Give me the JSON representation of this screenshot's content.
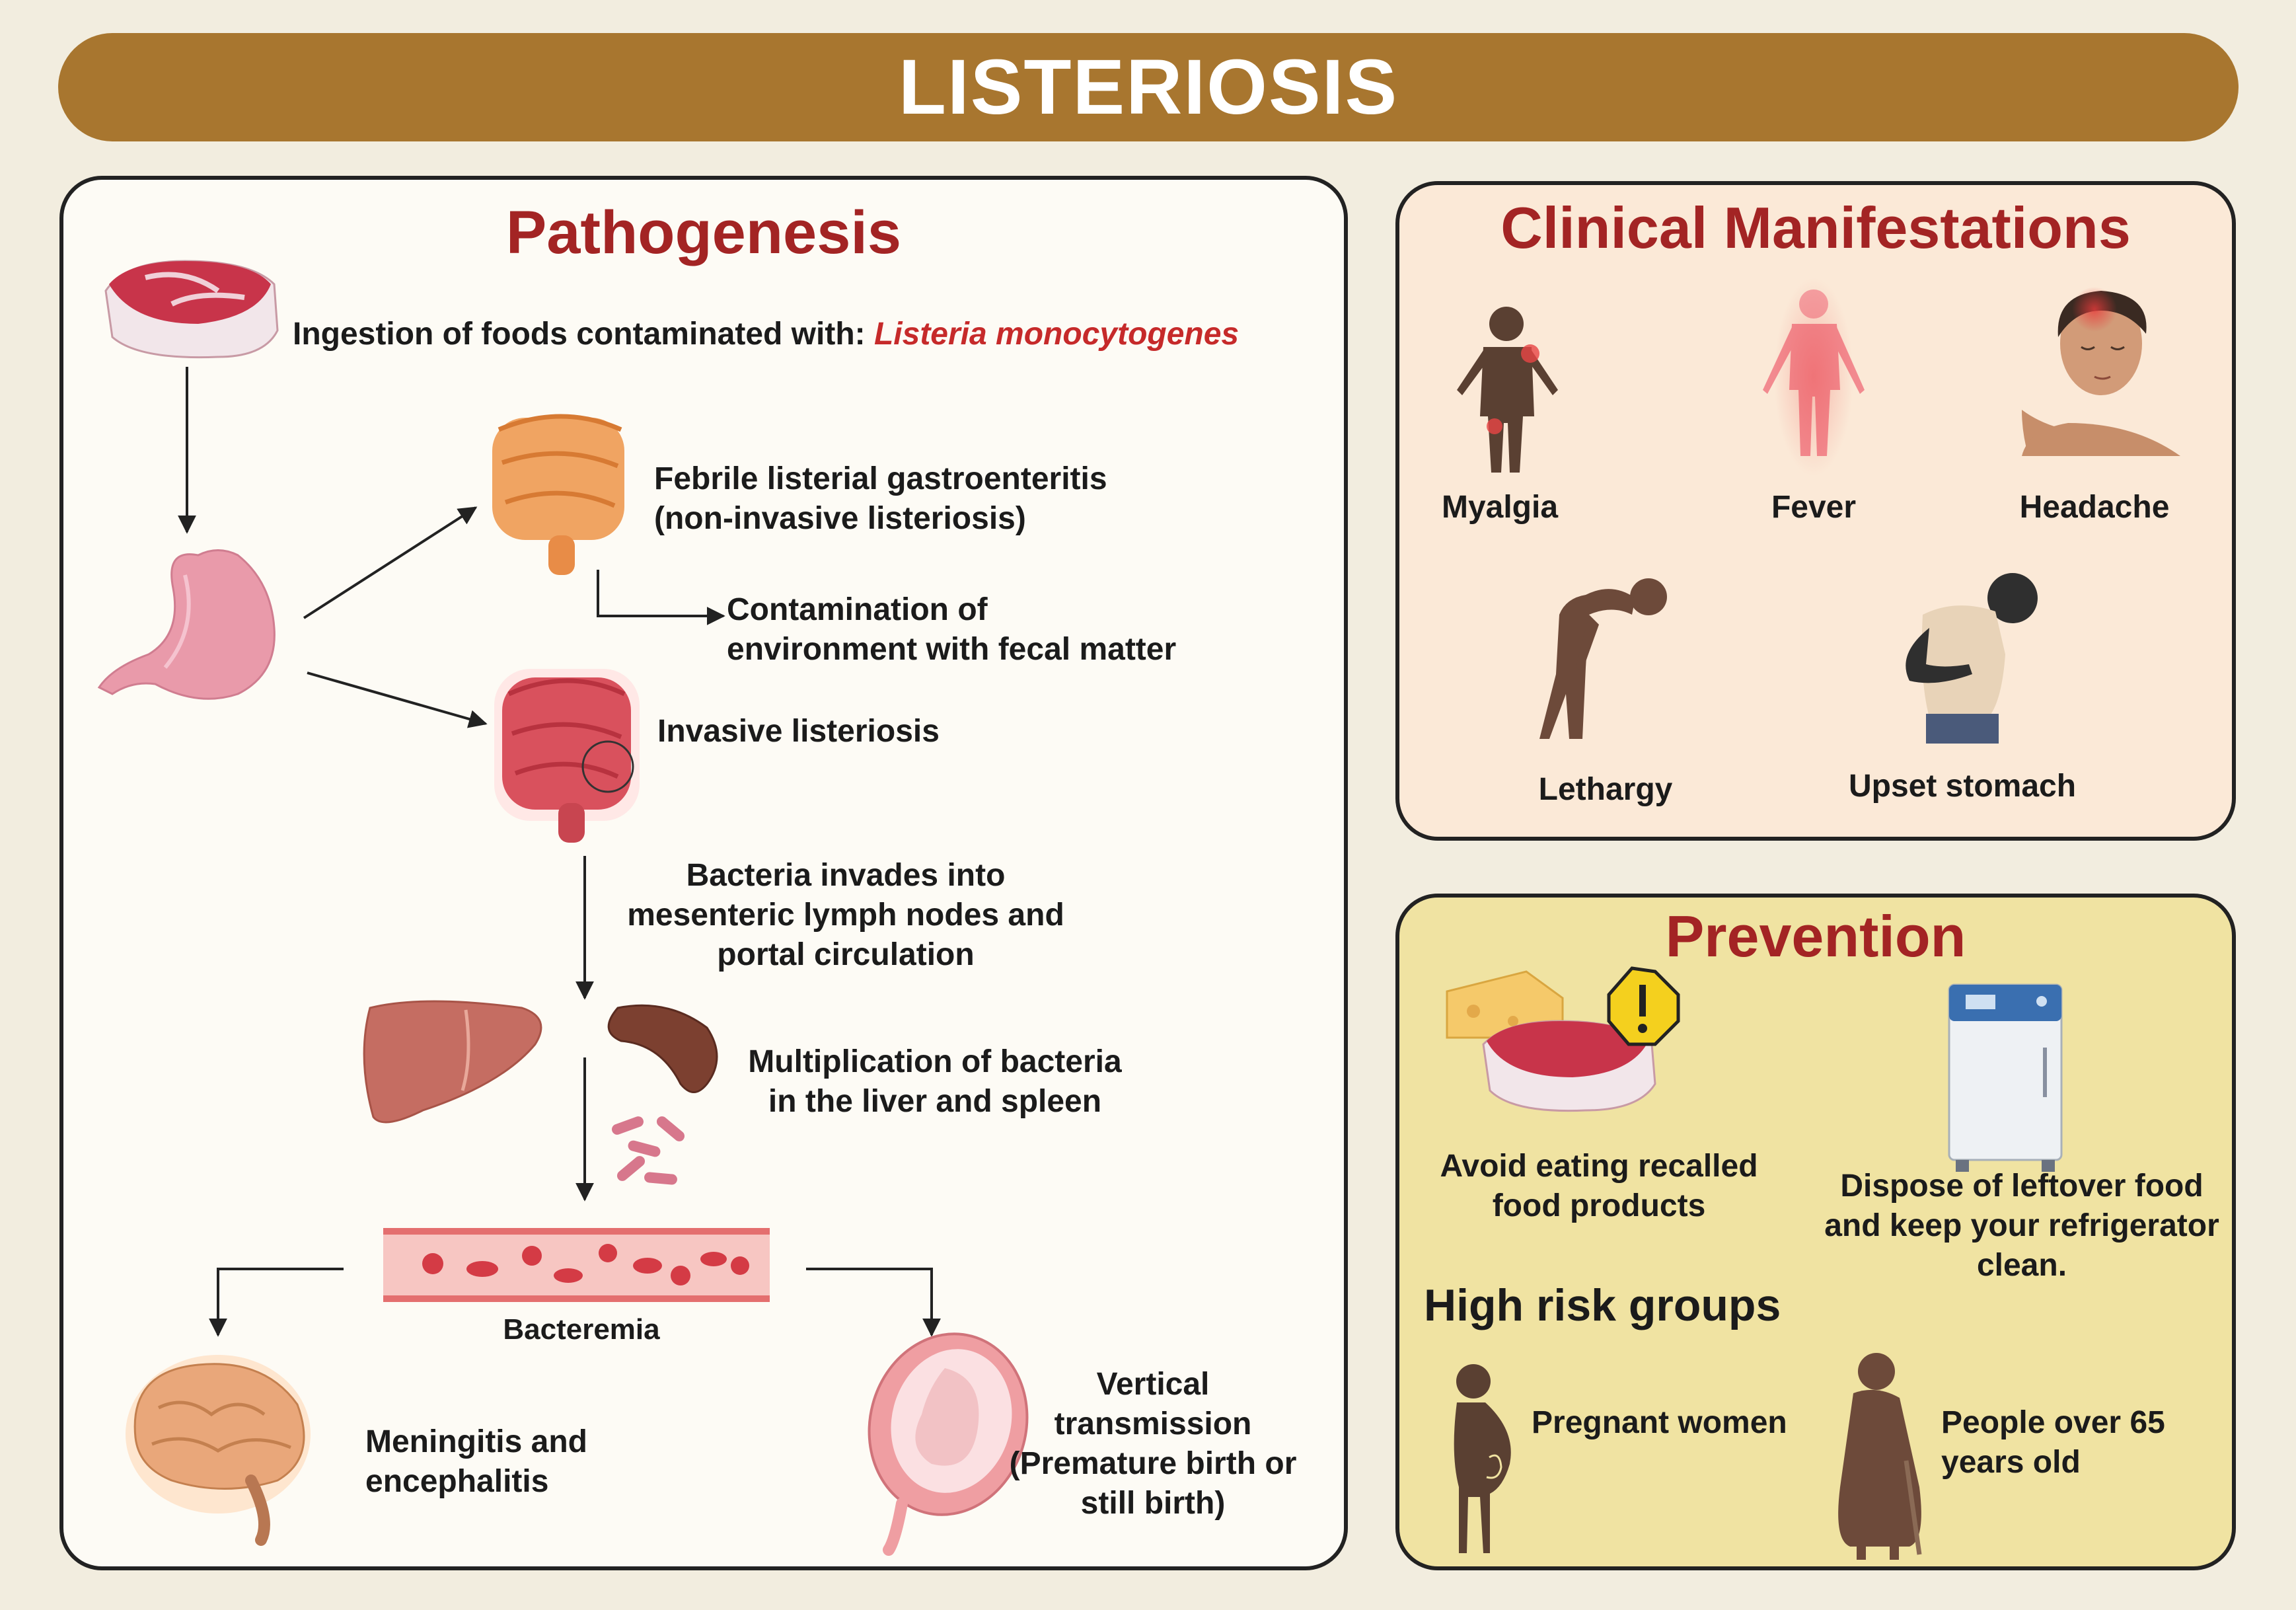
{
  "title": "LISTERIOSIS",
  "pathogenesis": {
    "title": "Pathogenesis",
    "ingestion_prefix": "Ingestion of foods contaminated with:",
    "ingestion_organism": "Listeria monocytogenes",
    "febrile_1": "Febrile listerial gastroenteritis",
    "febrile_2": "(non-invasive listeriosis)",
    "contam_1": "Contamination of",
    "contam_2": "environment with fecal matter",
    "invasive": "Invasive listeriosis",
    "invades_1": "Bacteria invades into",
    "invades_2": "mesenteric lymph nodes and",
    "invades_3": "portal circulation",
    "mult_1": "Multiplication of bacteria",
    "mult_2": "in the liver and spleen",
    "bacteremia": "Bacteremia",
    "mening_1": "Meningitis and",
    "mening_2": "encephalitis",
    "vert_1": "Vertical",
    "vert_2": "transmission",
    "vert_3": "(Premature birth or",
    "vert_4": "still birth)"
  },
  "clinical": {
    "title": "Clinical Manifestations",
    "myalgia": "Myalgia",
    "fever": "Fever",
    "headache": "Headache",
    "lethargy": "Lethargy",
    "upset": "Upset stomach"
  },
  "prevention": {
    "title": "Prevention",
    "avoid_1": "Avoid eating recalled",
    "avoid_2": "food products",
    "dispose_1": "Dispose of leftover food",
    "dispose_2": "and keep your refrigerator",
    "dispose_3": "clean.",
    "risk_title": "High risk groups",
    "pregnant": "Pregnant women",
    "over65_1": "People over 65",
    "over65_2": "years old"
  },
  "colors": {
    "banner": "#a8762f",
    "heading": "#a32424",
    "clinical_bg": "#fbe9d7",
    "prevention_bg": "#f0e3a2"
  }
}
